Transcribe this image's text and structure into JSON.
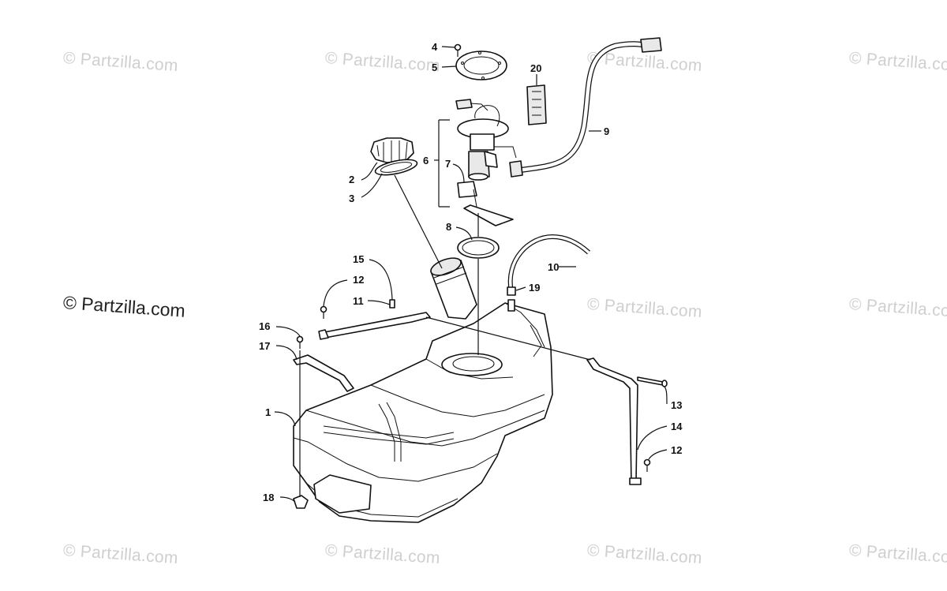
{
  "brand_text": "© Partzilla.com",
  "watermarks": [
    "© Partzilla.com",
    "© Partzilla.com",
    "© Partzilla.com",
    "© Partzilla.com",
    "© Partzilla.com",
    "© Partzilla.com",
    "© Partzilla.com",
    "© Partzilla.com",
    "© Partzilla.com",
    "© Partzilla.com"
  ],
  "callouts": {
    "c1": "1",
    "c2": "2",
    "c3": "3",
    "c4": "4",
    "c5": "5",
    "c6": "6",
    "c7": "7",
    "c8": "8",
    "c9": "9",
    "c10": "10",
    "c11": "11",
    "c12a": "12",
    "c12b": "12",
    "c13": "13",
    "c14": "14",
    "c15": "15",
    "c16": "16",
    "c17": "17",
    "c18": "18",
    "c19": "19",
    "c20": "20"
  }
}
